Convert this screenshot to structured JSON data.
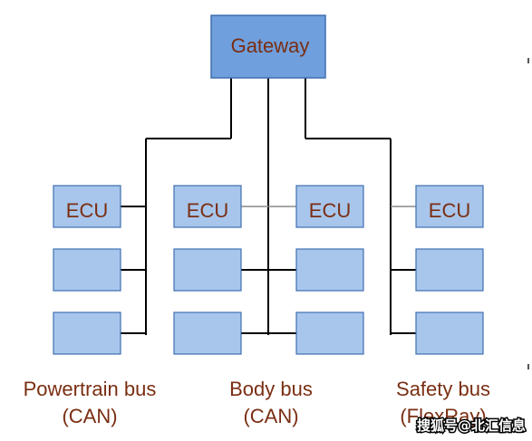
{
  "colors": {
    "gateway_fill": "#6f9fdc",
    "ecu_fill": "#a8c6ec",
    "box_stroke": "#3e6fb0",
    "line": "#000000",
    "text": "#7a2e12"
  },
  "gateway": {
    "label": "Gateway"
  },
  "buses": [
    {
      "name": "Powertrain bus",
      "protocol": "(CAN)",
      "ecu_label": "ECU"
    },
    {
      "name": "Body bus",
      "protocol": "(CAN)",
      "ecu_label": "ECU"
    },
    {
      "name": "Safety bus",
      "protocol": "(FlexRay)",
      "ecu_label": "ECU"
    }
  ],
  "watermark": "搜狐号@北汇信息"
}
